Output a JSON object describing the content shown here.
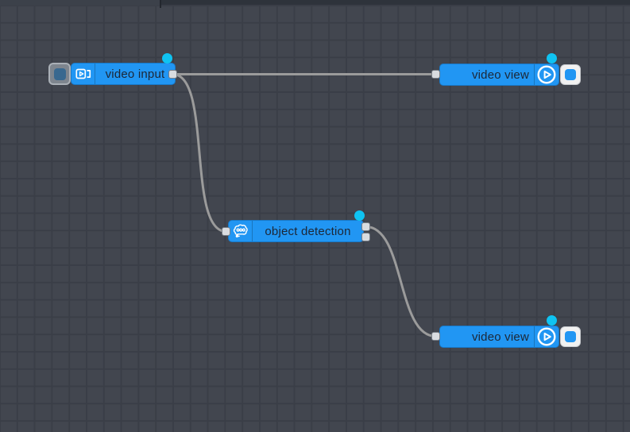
{
  "app": "flow-editor-canvas",
  "theme": {
    "canvas_bg": "#42464f",
    "grid_line": "#3a3e47",
    "node_color": "#2196f3",
    "node_label_color": "#1d2736",
    "status_dot_color": "#0fc3f2",
    "wire_color": "#9b9b9b",
    "port_fill": "#d9dce0",
    "tab_bar_color": "#2e333b",
    "active_tab_color": "#3c414a",
    "side_button_white_bg": "#f1f1f1",
    "side_button_gray_bg": "#7e858e",
    "side_button_gray_inner": "#39688f"
  },
  "nodes": [
    {
      "id": "video-input",
      "label": "video input",
      "icon": "video-camera-icon",
      "inputs": 0,
      "outputs": 1,
      "has_left_button": true,
      "has_right_button": false,
      "has_status_dot": true
    },
    {
      "id": "video-view-top",
      "label": "video view",
      "icon": "play-circle-icon",
      "inputs": 1,
      "outputs": 0,
      "has_left_button": false,
      "has_right_button": true,
      "has_status_dot": true
    },
    {
      "id": "object-detection",
      "label": "object detection",
      "icon": "brain-icon",
      "inputs": 1,
      "outputs": 2,
      "has_left_button": false,
      "has_right_button": false,
      "has_status_dot": true
    },
    {
      "id": "video-view-bottom",
      "label": "video view",
      "icon": "play-circle-icon",
      "inputs": 1,
      "outputs": 0,
      "has_left_button": false,
      "has_right_button": true,
      "has_status_dot": true
    }
  ],
  "wires": [
    {
      "from": "video-input:out0",
      "to": "video-view-top:in0"
    },
    {
      "from": "video-input:out0",
      "to": "object-detection:in0"
    },
    {
      "from": "object-detection:out0",
      "to": "video-view-bottom:in0"
    }
  ]
}
